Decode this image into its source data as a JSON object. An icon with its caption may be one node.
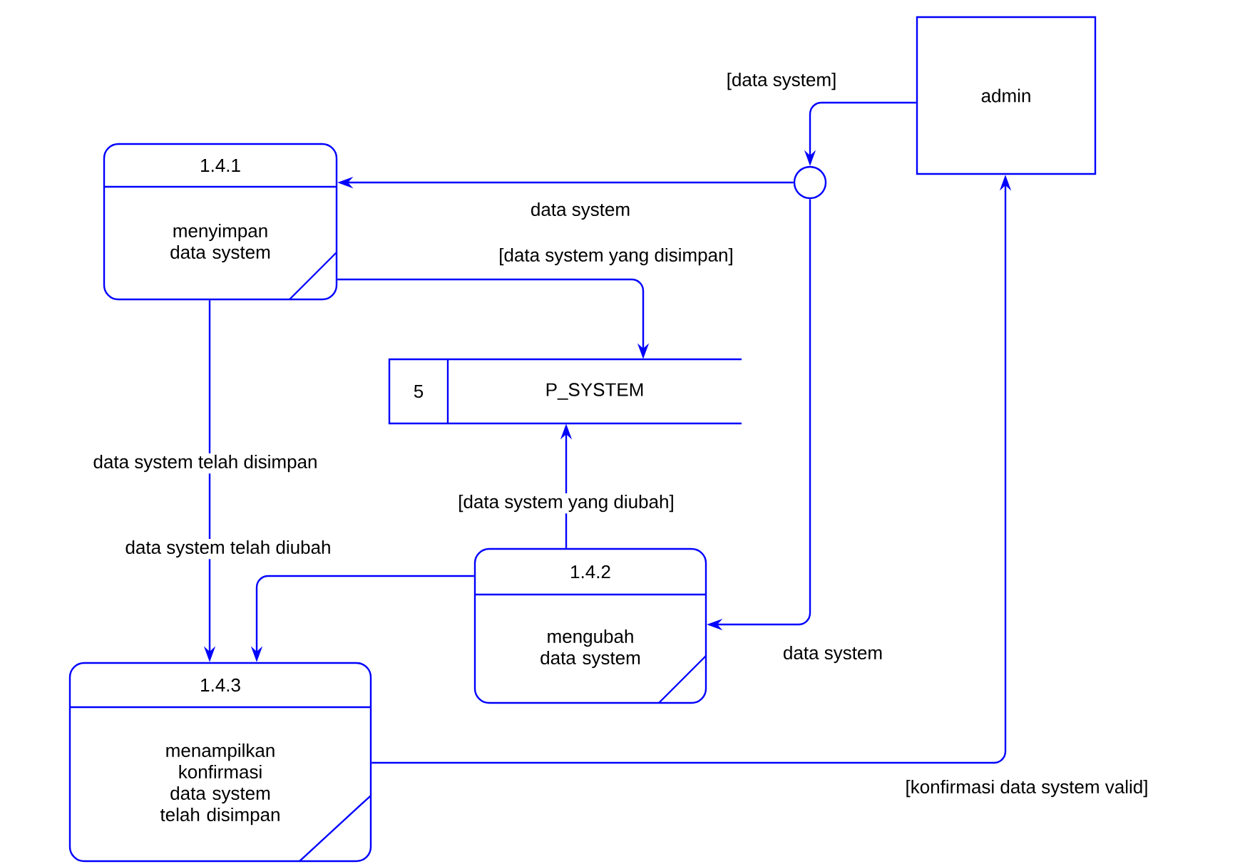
{
  "diagram": {
    "nodes": [
      {
        "text": [
          "admin"
        ]
      },
      {
        "text": [],
        "shape": "circle"
      },
      {
        "text": [
          "1.4.1",
          "menyimpan data system"
        ]
      },
      {
        "text": [
          "5",
          "P_SYSTEM"
        ]
      },
      {
        "text": [
          "1.4.2",
          "mengubah data system"
        ]
      },
      {
        "text": [
          "1.4.3",
          "menampilkan konfirmasi data system telah disimpan"
        ]
      }
    ],
    "edges": [
      {
        "from": 0,
        "to": 1,
        "arrow": "to",
        "label": "[data system]"
      },
      {
        "from": 1,
        "to": 2,
        "arrow": "to",
        "label": "data system"
      },
      {
        "from": 1,
        "to": 4,
        "arrow": "to",
        "label": "data system"
      },
      {
        "from": 2,
        "to": 3,
        "arrow": "to",
        "label": "[data system yang disimpan]"
      },
      {
        "from": 2,
        "to": 5,
        "arrow": "to",
        "label": "data system telah disimpan"
      },
      {
        "from": 4,
        "to": 3,
        "arrow": "to",
        "label": "[data system yang diubah]"
      },
      {
        "from": 4,
        "to": 5,
        "arrow": "to",
        "label": "data system telah diubah"
      },
      {
        "from": 5,
        "to": 0,
        "arrow": "to",
        "label": "[konfirmasi data system valid]"
      }
    ]
  }
}
